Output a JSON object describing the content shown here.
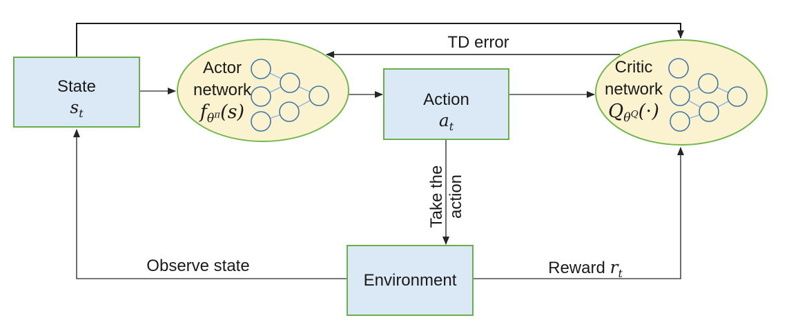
{
  "colors": {
    "box_fill": "#dbe9f6",
    "box_border": "#6aae4b",
    "ellipse_fill": "#fbf2cf",
    "ellipse_border": "#74b64e",
    "nn_node_stroke": "#3f76a6",
    "nn_edge_line": "#8fb4da",
    "line": "#4a4a4a",
    "loop_line": "#1a1a1a",
    "text": "#1a1a1a"
  },
  "nodes": {
    "state": {
      "label": "State",
      "math": {
        "base": "s",
        "sub": "t"
      }
    },
    "actor": {
      "line1": "Actor",
      "line2": "network",
      "math": {
        "base": "f",
        "sub": "θ",
        "sup": "π",
        "args": "(s)"
      }
    },
    "action": {
      "label": "Action",
      "math": {
        "base": "a",
        "sub": "t"
      }
    },
    "critic": {
      "line1": "Critic",
      "line2": "network",
      "math": {
        "base": "Q",
        "sub": "θ",
        "sup": "Q",
        "args": "(⋅)"
      }
    },
    "environment": {
      "label": "Environment"
    }
  },
  "edges": {
    "td_error": {
      "label": "TD error"
    },
    "take_the_action": {
      "line1": "Take the",
      "line2": "action"
    },
    "observe_state": {
      "label": "Observe state"
    },
    "reward": {
      "label": "Reward",
      "math": {
        "base": "r",
        "sub": "t"
      }
    }
  }
}
